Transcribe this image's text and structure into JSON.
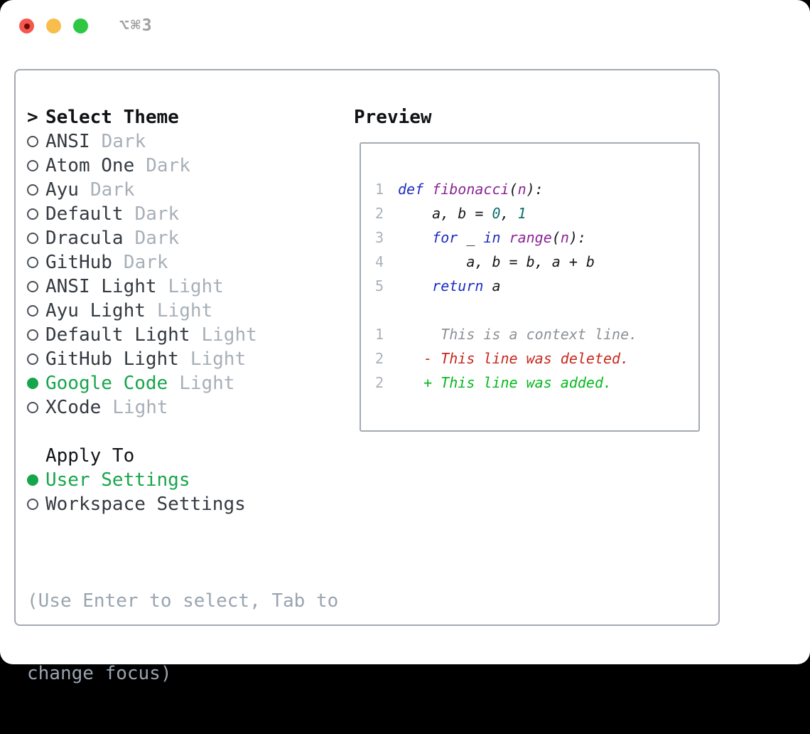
{
  "titlebar": {
    "shortcut": "⌥⌘3"
  },
  "theme_panel": {
    "prompt": ">",
    "title": "Select Theme",
    "themes": [
      {
        "name": "ANSI",
        "tag": "Dark",
        "selected": false
      },
      {
        "name": "Atom One",
        "tag": "Dark",
        "selected": false
      },
      {
        "name": "Ayu",
        "tag": "Dark",
        "selected": false
      },
      {
        "name": "Default",
        "tag": "Dark",
        "selected": false
      },
      {
        "name": "Dracula",
        "tag": "Dark",
        "selected": false
      },
      {
        "name": "GitHub",
        "tag": "Dark",
        "selected": false
      },
      {
        "name": "ANSI Light",
        "tag": "Light",
        "selected": false
      },
      {
        "name": "Ayu Light",
        "tag": "Light",
        "selected": false
      },
      {
        "name": "Default Light",
        "tag": "Light",
        "selected": false
      },
      {
        "name": "GitHub Light",
        "tag": "Light",
        "selected": false
      },
      {
        "name": "Google Code",
        "tag": "Light",
        "selected": true
      },
      {
        "name": "XCode",
        "tag": "Light",
        "selected": false
      }
    ],
    "apply_to": {
      "title": "Apply To",
      "options": [
        {
          "name": "User Settings",
          "selected": true
        },
        {
          "name": "Workspace Settings",
          "selected": false
        }
      ]
    },
    "hint_lines": [
      "(Use Enter to select, Tab to",
      "change focus)"
    ]
  },
  "preview": {
    "title": "Preview",
    "code_lines": [
      {
        "num": "1",
        "tokens": [
          {
            "c": "kw",
            "t": "def"
          },
          {
            "c": "pl",
            "t": " "
          },
          {
            "c": "fn",
            "t": "fibonacci"
          },
          {
            "c": "pl",
            "t": "("
          },
          {
            "c": "fn",
            "t": "n"
          },
          {
            "c": "pl",
            "t": "):"
          }
        ]
      },
      {
        "num": "2",
        "tokens": [
          {
            "c": "pl",
            "t": "    a, b = "
          },
          {
            "c": "num",
            "t": "0"
          },
          {
            "c": "pl",
            "t": ", "
          },
          {
            "c": "num",
            "t": "1"
          }
        ]
      },
      {
        "num": "3",
        "tokens": [
          {
            "c": "pl",
            "t": "    "
          },
          {
            "c": "kw",
            "t": "for"
          },
          {
            "c": "pl",
            "t": " _ "
          },
          {
            "c": "kw",
            "t": "in"
          },
          {
            "c": "pl",
            "t": " "
          },
          {
            "c": "fn",
            "t": "range"
          },
          {
            "c": "pl",
            "t": "("
          },
          {
            "c": "fn",
            "t": "n"
          },
          {
            "c": "pl",
            "t": "):"
          }
        ]
      },
      {
        "num": "4",
        "tokens": [
          {
            "c": "pl",
            "t": "        a, b = b, a + b"
          }
        ]
      },
      {
        "num": "5",
        "tokens": [
          {
            "c": "pl",
            "t": "    "
          },
          {
            "c": "kw",
            "t": "return"
          },
          {
            "c": "pl",
            "t": " a"
          }
        ]
      }
    ],
    "diff_lines": [
      {
        "num": "1",
        "kind": "context",
        "text": "     This is a context line."
      },
      {
        "num": "2",
        "kind": "deleted",
        "text": "   - This line was deleted."
      },
      {
        "num": "2",
        "kind": "added",
        "text": "   + This line was added."
      }
    ]
  },
  "colors": {
    "selected_green": "#17a54c",
    "diff_added": "#06b81e",
    "diff_deleted": "#c5281c",
    "diff_context": "#8b9198",
    "syntax_keyword": "#1c2dc2",
    "syntax_function": "#8a2594",
    "syntax_number": "#0c7069",
    "muted_tag": "#a7afb8",
    "panel_border": "#a4aab1",
    "traffic_red": "#f4574d",
    "traffic_yellow": "#f9bd4c",
    "traffic_green": "#2ec743"
  }
}
